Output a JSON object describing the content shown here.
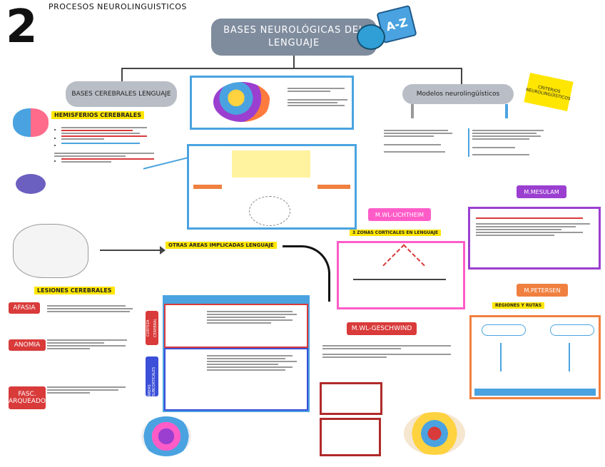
{
  "header": {
    "number": "2",
    "topic": "PROCESOS NEUROLINGUISTICOS",
    "title": "BASES NEUROLÓGICAS DEL LENGUAJE",
    "badge": "A-Z"
  },
  "left": {
    "pill": "BASES CEREBRALES LENGUAJE",
    "hemis_label": "HEMISFERIOS CEREBRALES",
    "other_areas": "OTRAS ÁREAS IMPLICADAS LENGUAJE",
    "lesions_label": "LESIONES CEREBRALES",
    "tags": [
      "AFASIA",
      "ANOMIA",
      "FASC. ARQUEADO"
    ]
  },
  "right": {
    "pill": "Modelos neurolingüísticos",
    "note": "CRITERIOS NEUROLINGÜÍSTICOS",
    "models": [
      "M.WL-LICHTHEIM",
      "M.WL-GESCHWIND",
      "M.MESULAM",
      "M.PETERSEN"
    ],
    "model_sub": [
      "3 ZONAS CORTICALES EN LENGUAJE",
      "REGIONES Y RUTAS"
    ]
  },
  "table": {
    "side_labels": [
      "CORTEZA CEREBRAL",
      "ÁREAS SUBCORTICALES"
    ]
  },
  "colors": {
    "blue": "#4aa3e0",
    "red": "#d93a3a",
    "pink": "#ff5cc8",
    "purple": "#9a3fd0",
    "orange": "#f08040",
    "yellow": "#ffe600"
  }
}
